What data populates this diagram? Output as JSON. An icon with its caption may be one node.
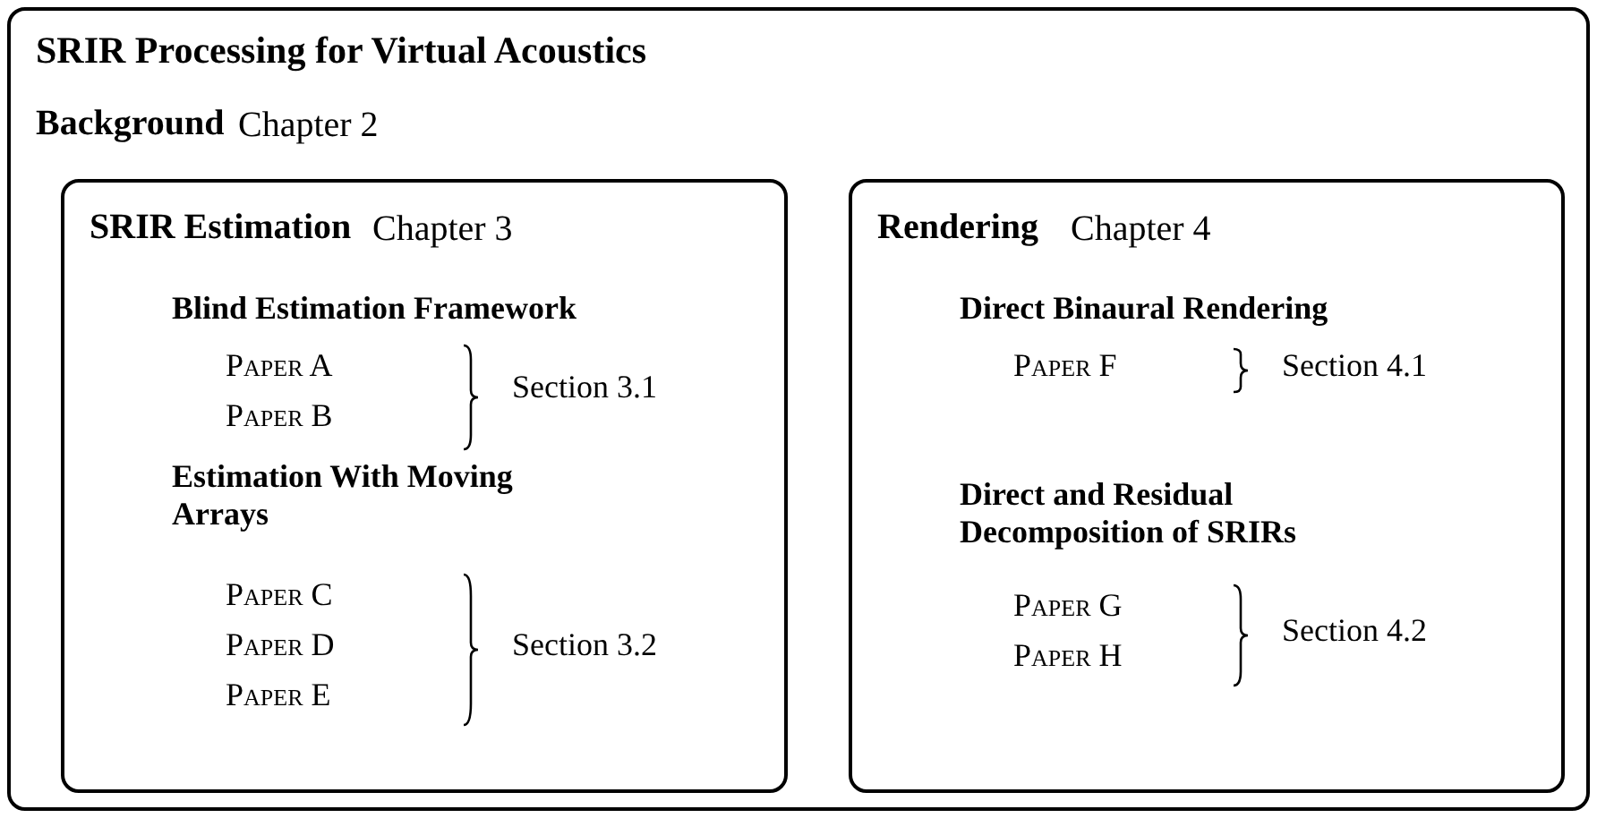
{
  "diagram": {
    "nodes": [
      {
        "text": [
          "SRIR Processing for Virtual Acoustics",
          "Background",
          "Chapter 2"
        ]
      },
      {
        "text": [
          "SRIR Estimation",
          "Chapter 3",
          "Blind Estimation Framework",
          "Paper A",
          "Paper B",
          "Section 3.1",
          "Estimation With Moving Arrays",
          "Paper C",
          "Paper D",
          "Paper E",
          "Section 3.2"
        ],
        "in": 0
      },
      {
        "text": [
          "Rendering",
          "Chapter 4",
          "Direct Binaural Rendering",
          "Paper F",
          "Section 4.1",
          "Direct and Residual Decomposition of SRIRs",
          "Paper G",
          "Paper H",
          "Section 4.2"
        ],
        "in": 0
      }
    ]
  }
}
